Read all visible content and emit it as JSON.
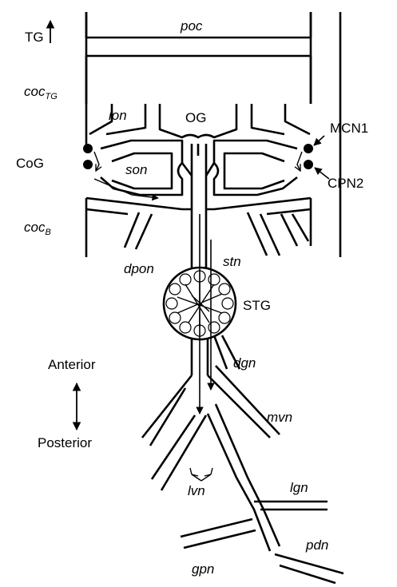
{
  "labels": {
    "poc": "poc",
    "tg": "TG",
    "coc_tg_main": "coc",
    "coc_tg_sub": "TG",
    "ion": "ion",
    "og": "OG",
    "mcn1": "MCN1",
    "cog": "CoG",
    "son": "son",
    "cpn2": "CPN2",
    "coc_b_main": "coc",
    "coc_b_sub": "B",
    "dpon": "dpon",
    "stn": "stn",
    "stg": "STG",
    "dgn": "dgn",
    "anterior": "Anterior",
    "posterior": "Posterior",
    "mvn": "mvn",
    "lvn": "lvn",
    "lgn": "lgn",
    "gpn": "gpn",
    "pdn": "pdn"
  }
}
